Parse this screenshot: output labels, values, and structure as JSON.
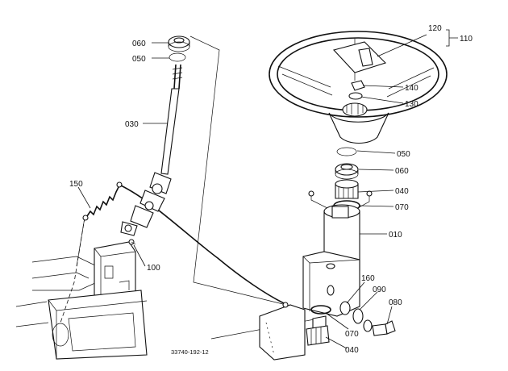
{
  "callouts": {
    "c060_top": "060",
    "c050_top": "050",
    "c030": "030",
    "c150": "150",
    "c100": "100",
    "c120": "120",
    "c110": "110",
    "c140": "140",
    "c130": "130",
    "c050_mid": "050",
    "c060_mid": "060",
    "c040_mid": "040",
    "c070_mid": "070",
    "c010": "010",
    "c160": "160",
    "c090": "090",
    "c080": "080",
    "c070_low": "070",
    "c040_low": "040"
  },
  "drawing_reference": "33740-192-12",
  "colors": {
    "ink": "#111111",
    "paper": "#ffffff"
  }
}
